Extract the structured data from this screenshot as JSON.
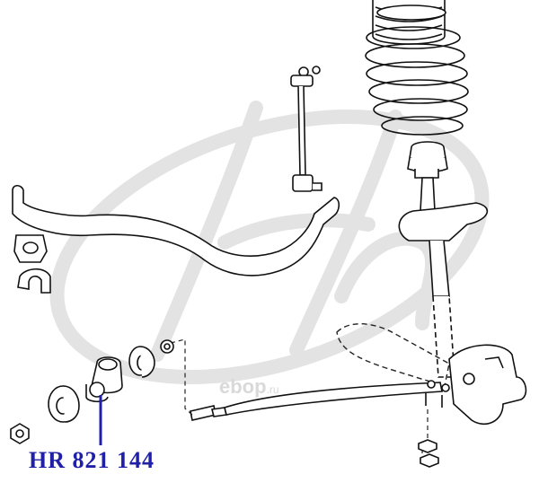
{
  "diagram": {
    "part_number": "HR 821 144",
    "watermark": {
      "brand": "ebop",
      "tld": ".ru"
    },
    "colors": {
      "line": "#111111",
      "dashed": "#222222",
      "watermark": "#e3e3e3",
      "callout": "#1f1fa8"
    },
    "parts": [
      "coil-spring",
      "bump-stop",
      "shock-absorber-strut",
      "stabilizer-link",
      "stabilizer-bar",
      "stabilizer-bushing",
      "bushing-bracket",
      "lower-control-arm",
      "tension-rod",
      "tension-rod-bushing",
      "washer",
      "nut"
    ]
  }
}
